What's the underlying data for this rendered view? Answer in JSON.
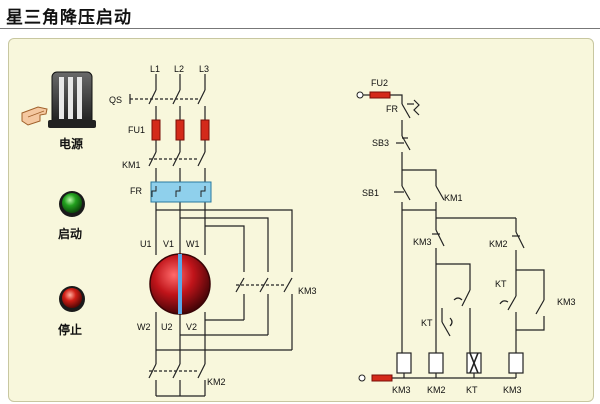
{
  "title": "星三角降压启动",
  "controls": {
    "power_label": "电源",
    "start_label": "启动",
    "stop_label": "停止"
  },
  "main_circuit": {
    "phases": [
      "L1",
      "L2",
      "L3"
    ],
    "qs": "QS",
    "fu1": "FU1",
    "km1": "KM1",
    "fr": "FR",
    "u1": "U1",
    "v1": "V1",
    "w1": "W1",
    "w2": "W2",
    "u2": "U2",
    "v2": "V2",
    "km3": "KM3",
    "km2": "KM2"
  },
  "control_circuit": {
    "fu2": "FU2",
    "fr": "FR",
    "sb3": "SB3",
    "sb1": "SB1",
    "km1_contact": "KM1",
    "km3_nc": "KM3",
    "km2_nc": "KM2",
    "kt_contact": "KT",
    "kt_delay": "KT",
    "km3_contact": "KM3",
    "coils": [
      "KM3",
      "KM2",
      "KT",
      "KM3"
    ]
  },
  "colors": {
    "panel": "#f8f7dc",
    "wire": "#222222",
    "fuse": "#d42a1a",
    "relay": "#8fd0ec",
    "motor": "#c0141a",
    "start_button": "#22a01e",
    "stop_button": "#d01e16"
  }
}
